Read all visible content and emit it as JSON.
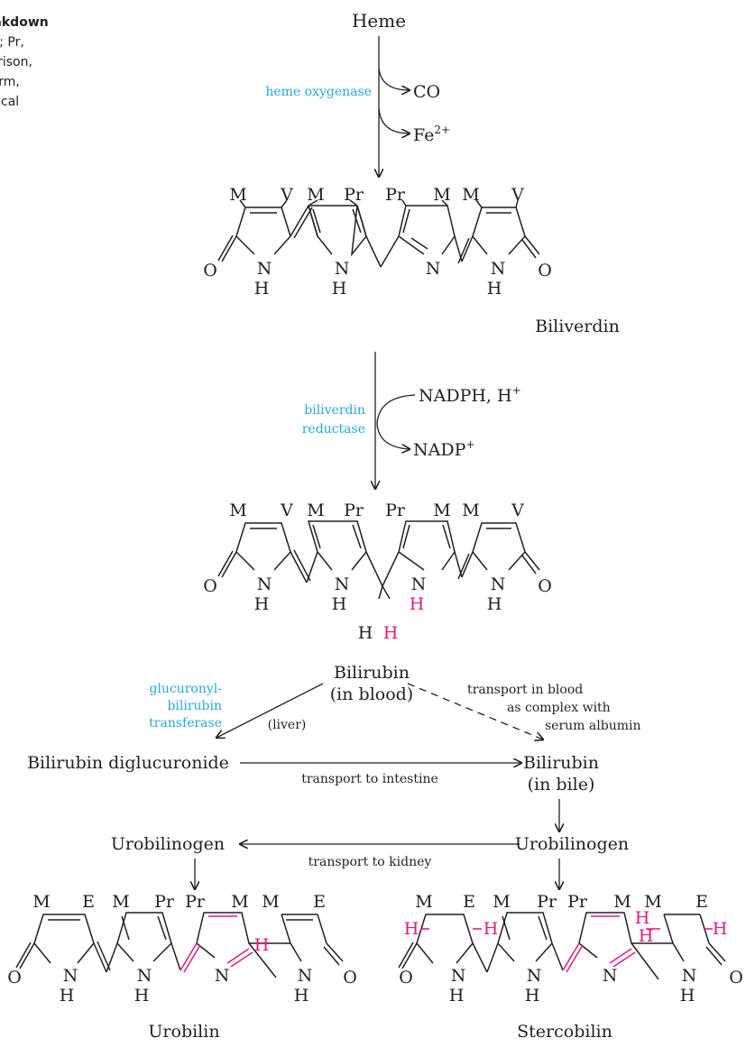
{
  "caption": {
    "title_fragment": "breakdown",
    "lines": [
      "vinyl; Pr,",
      "mparison,",
      "ar form,",
      "hemical"
    ]
  },
  "colors": {
    "enzyme": "#29a9d6",
    "highlight": "#e2197c",
    "ink": "#231f20"
  },
  "compounds": {
    "heme": "Heme",
    "biliverdin": "Biliverdin",
    "bilirubin_blood": [
      "Bilirubin",
      "(in blood)"
    ],
    "diglucuronide": "Bilirubin diglucuronide",
    "bilirubin_bile": [
      "Bilirubin",
      "(in bile)"
    ],
    "urobilinogen_left": "Urobilinogen",
    "urobilinogen_right": "Urobilinogen",
    "urobilin": "Urobilin",
    "stercobilin": "Stercobilin"
  },
  "enzymes": {
    "heme_oxygenase": "heme oxygenase",
    "biliverdin_reductase": [
      "biliverdin",
      "reductase"
    ],
    "glucuronyl_transferase": [
      "glucuronyl-",
      "bilirubin",
      "transferase"
    ]
  },
  "side_products": {
    "co": "CO",
    "fe": {
      "base": "Fe",
      "sup": "2+"
    },
    "nadph": {
      "base": "NADPH, H",
      "sup": "+"
    },
    "nadp": {
      "base": "NADP",
      "sup": "+"
    }
  },
  "notes": {
    "liver": "(liver)",
    "transport_blood": [
      "transport in blood",
      "as complex with",
      "serum albumin"
    ],
    "transport_intestine": "transport to intestine",
    "transport_kidney": "transport to kidney"
  },
  "atoms": {
    "M": "M",
    "V": "V",
    "Pr": "Pr",
    "E": "E",
    "N": "N",
    "H": "H",
    "O": "O"
  }
}
